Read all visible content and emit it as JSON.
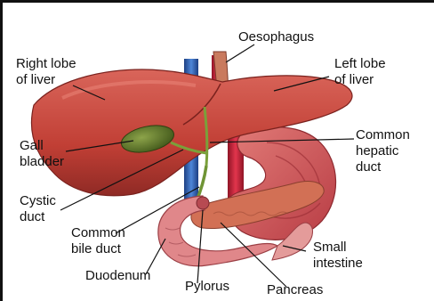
{
  "labels": {
    "oesophagus": "Oesophagus",
    "right_lobe_1": "Right lobe",
    "right_lobe_2": "of liver",
    "left_lobe_1": "Left lobe",
    "left_lobe_2": "of liver",
    "gall_1": "Gall",
    "gall_2": "bladder",
    "common_hepatic_1": "Common",
    "common_hepatic_2": "hepatic",
    "common_hepatic_3": "duct",
    "cystic_1": "Cystic",
    "cystic_2": "duct",
    "common_bile_1": "Common",
    "common_bile_2": "bile duct",
    "small_int_1": "Small",
    "small_int_2": "intestine",
    "duodenum": "Duodenum",
    "pylorus": "Pylorus",
    "pancreas": "Pancreas"
  },
  "colors": {
    "liver": "#c9453a",
    "liver_dark": "#9c2e28",
    "stomach": "#d4585a",
    "gallbladder": "#4f6b25",
    "aorta": "#c8233a",
    "vena": "#2f63b8",
    "duodenum": "#e0878a",
    "pancreas": "#d27055"
  }
}
